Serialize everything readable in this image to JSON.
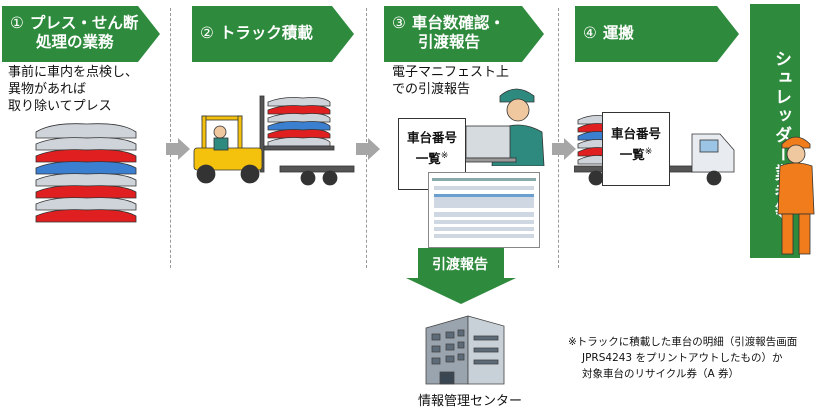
{
  "steps": [
    {
      "num": "①",
      "line1": "プレス・せん断",
      "line2": "処理の業務"
    },
    {
      "num": "②",
      "line1": "トラック積載",
      "line2": ""
    },
    {
      "num": "③",
      "line1": "車台数確認・",
      "line2": "引渡報告"
    },
    {
      "num": "④",
      "line1": "運搬",
      "line2": ""
    }
  ],
  "step1_desc": [
    "事前に車内を点検し、",
    "異物があれば",
    "取り除いてプレス"
  ],
  "step3_desc": [
    "電子マニフェスト上",
    "での引渡報告"
  ],
  "doc_label": [
    "車台番号",
    "一覧"
  ],
  "doc_note_mark": "※",
  "report_arrow_label": "引渡報告",
  "center_label": "情報管理センター",
  "shredder_label": "シュレッダー業者等",
  "footnote": [
    "※トラックに積載した車台の明細（引渡報告画面",
    "JPRS4243 をプリントアウトしたもの）か",
    "対象車台のリサイクル券（A 券）"
  ],
  "colors": {
    "green": "#2e8a3c",
    "gray_arrow": "#a6a6a6",
    "orange": "#f07c1c"
  }
}
